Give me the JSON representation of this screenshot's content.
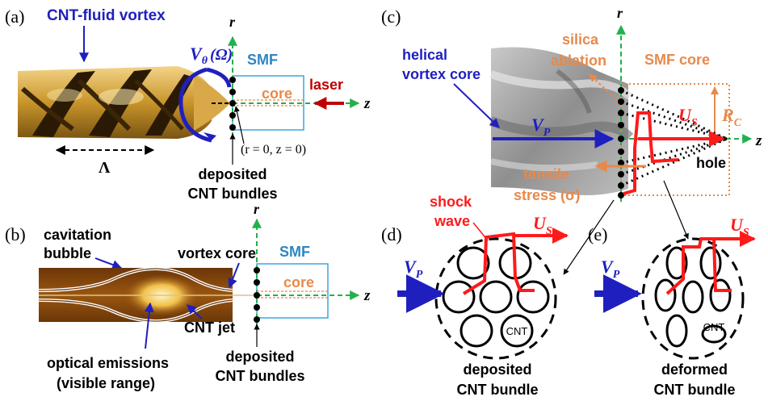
{
  "panels": {
    "a": {
      "label": "(a)",
      "vortex_label": "CNT-fluid vortex",
      "v_theta": "V",
      "v_theta_sub": "θ",
      "omega": "(Ω)",
      "smf": "SMF",
      "core": "core",
      "laser": "laser",
      "r_axis": "r",
      "z_axis": "z",
      "origin": "(r = 0, z = 0)",
      "lambda": "Λ",
      "deposited_line1": "deposited",
      "deposited_line2": "CNT bundles"
    },
    "b": {
      "label": "(b)",
      "cavitation_line1": "cavitation",
      "cavitation_line2": "bubble",
      "vortex_core": "vortex core",
      "smf": "SMF",
      "core": "core",
      "r_axis": "r",
      "z_axis": "z",
      "cnt_jet": "CNT jet",
      "optical_line1": "optical emissions",
      "optical_line2": "(visible range)",
      "deposited_line1": "deposited",
      "deposited_line2": "CNT bundles"
    },
    "c": {
      "label": "(c)",
      "helical_line1": "helical",
      "helical_line2": "vortex core",
      "silica_line1": "silica",
      "silica_line2": "ablation",
      "smf_core": "SMF core",
      "r_axis": "r",
      "z_axis": "z",
      "vp": "V",
      "vp_sub": "P",
      "us": "U",
      "us_sub": "S",
      "rc": "R",
      "rc_sub": "C",
      "hole": "hole",
      "tensile_line1": "tensile",
      "tensile_line2": "stress (σ)"
    },
    "d": {
      "label": "(d)",
      "shock_line1": "shock",
      "shock_line2": "wave",
      "us": "U",
      "us_sub": "S",
      "vp": "V",
      "vp_sub": "P",
      "cnt": "CNT",
      "caption_line1": "deposited",
      "caption_line2": "CNT bundle"
    },
    "e": {
      "label": "(e)",
      "us": "U",
      "us_sub": "S",
      "vp": "V",
      "vp_sub": "P",
      "cnt": "CNT",
      "caption_line1": "deformed",
      "caption_line2": "CNT bundle"
    }
  },
  "colors": {
    "blue_label": "#1f1fbf",
    "orange": "#e8894a",
    "red": "#ff1a1a",
    "green": "#22b14c",
    "cyan_box": "#3aa6dd",
    "dark_red_arrow": "#c00000",
    "smf_text": "#2e86c1",
    "vortex_gold": "#c9952b",
    "brown": "#8a4a0c"
  }
}
